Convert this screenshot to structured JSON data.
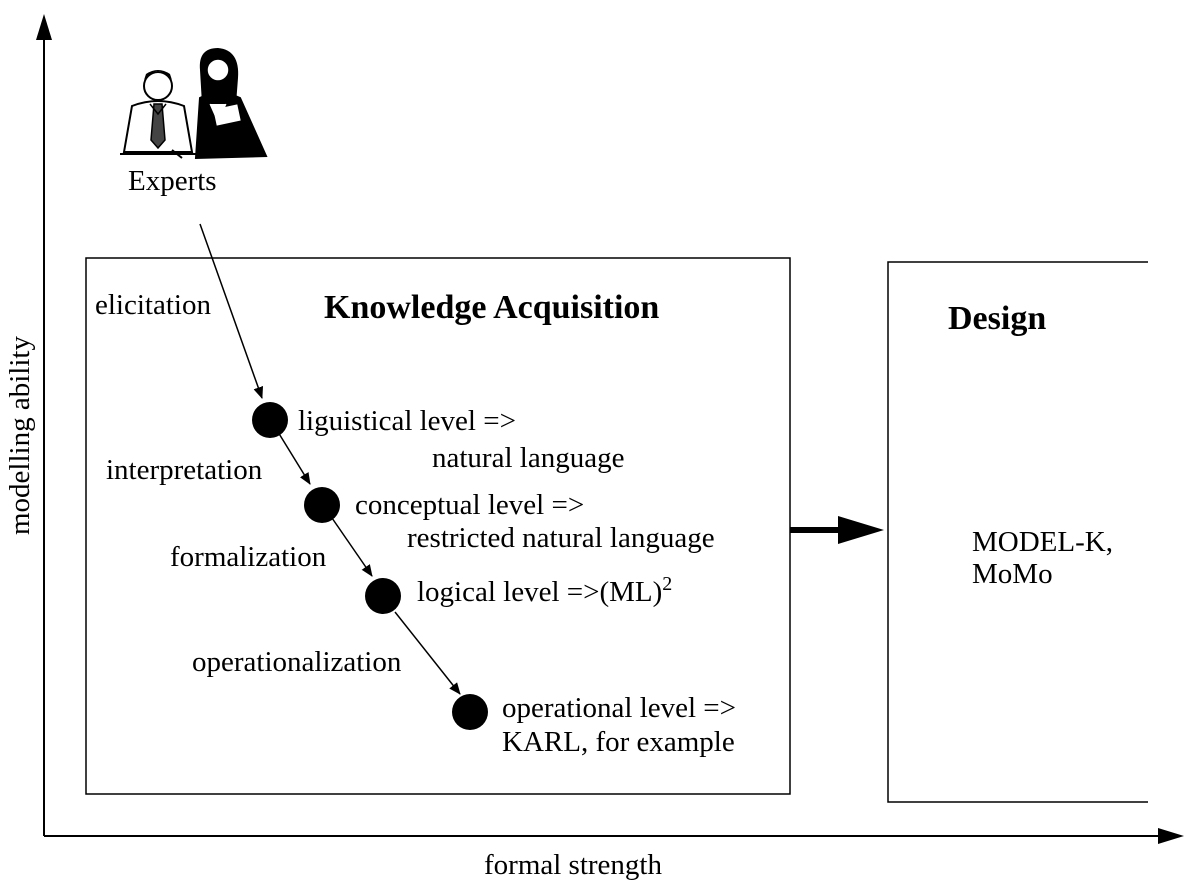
{
  "axes": {
    "x_label": "formal strength",
    "y_label": "modelling ability"
  },
  "experts": {
    "label": "Experts",
    "icon": "people-icon"
  },
  "knowledge_acquisition": {
    "title": "Knowledge Acquisition",
    "steps": [
      "elicitation",
      "interpretation",
      "formalization",
      "operationalization"
    ],
    "levels": [
      {
        "line1": "liguistical level =>",
        "line2": "natural language"
      },
      {
        "line1": "conceptual level =>",
        "line2": "restricted natural language"
      },
      {
        "line1": "logical level =>(ML)",
        "superscript": "2"
      },
      {
        "line1": "operational level =>",
        "line2": "KARL, for example"
      }
    ]
  },
  "design": {
    "title": "Design",
    "line1": "MODEL-K,",
    "line2": "MoMo"
  }
}
